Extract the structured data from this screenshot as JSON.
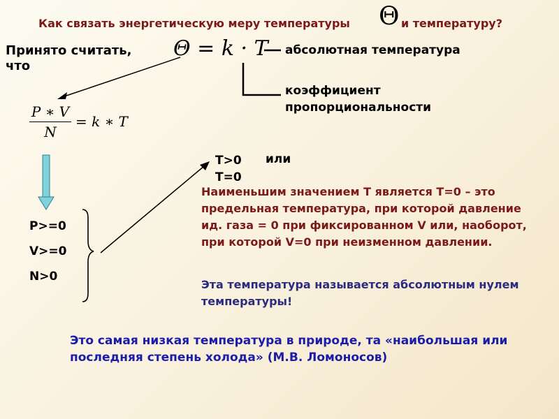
{
  "header": {
    "question_part1": "Как связать энергетическую меру температуры",
    "theta_symbol": "Θ",
    "question_part2": "и температуру?"
  },
  "intro": {
    "accepted_text": "Принято считать, что"
  },
  "formula_main": {
    "lhs": "Θ",
    "equals": "= k · T"
  },
  "annotations": {
    "absolute_temperature": "абсолютная температура",
    "proportionality_coefficient": "коэффициент пропорциональности"
  },
  "fraction_formula": {
    "numerator": "P ∗ V",
    "denominator": "N",
    "rhs": "= k ∗ T"
  },
  "inequalities": [
    "P>=0",
    "V>=0",
    "N>0"
  ],
  "conclusion": {
    "t_gt": "T>0",
    "or": "или",
    "t_eq": "T=0"
  },
  "paragraphs": {
    "minimum": "Наименьшим значением Т является Т=0 – это предельная температура, при которой давление ид. газа = 0 при фиксированном V или, наоборот, при которой V=0 при неизменном давлении.",
    "absolute_zero": "Эта температура  называется абсолютным нулем температуры!",
    "lomonosov": "Это самая низкая температура в природе, та «наибольшая или последняя степень холода» (М.В. Ломоносов)"
  },
  "colors": {
    "title": "#7a1a1a",
    "paragraph_red": "#7a1a1a",
    "paragraph_navy": "#2b2b80",
    "paragraph_blue": "#1c1caa",
    "arrow_fill": "#7fd3dc"
  }
}
